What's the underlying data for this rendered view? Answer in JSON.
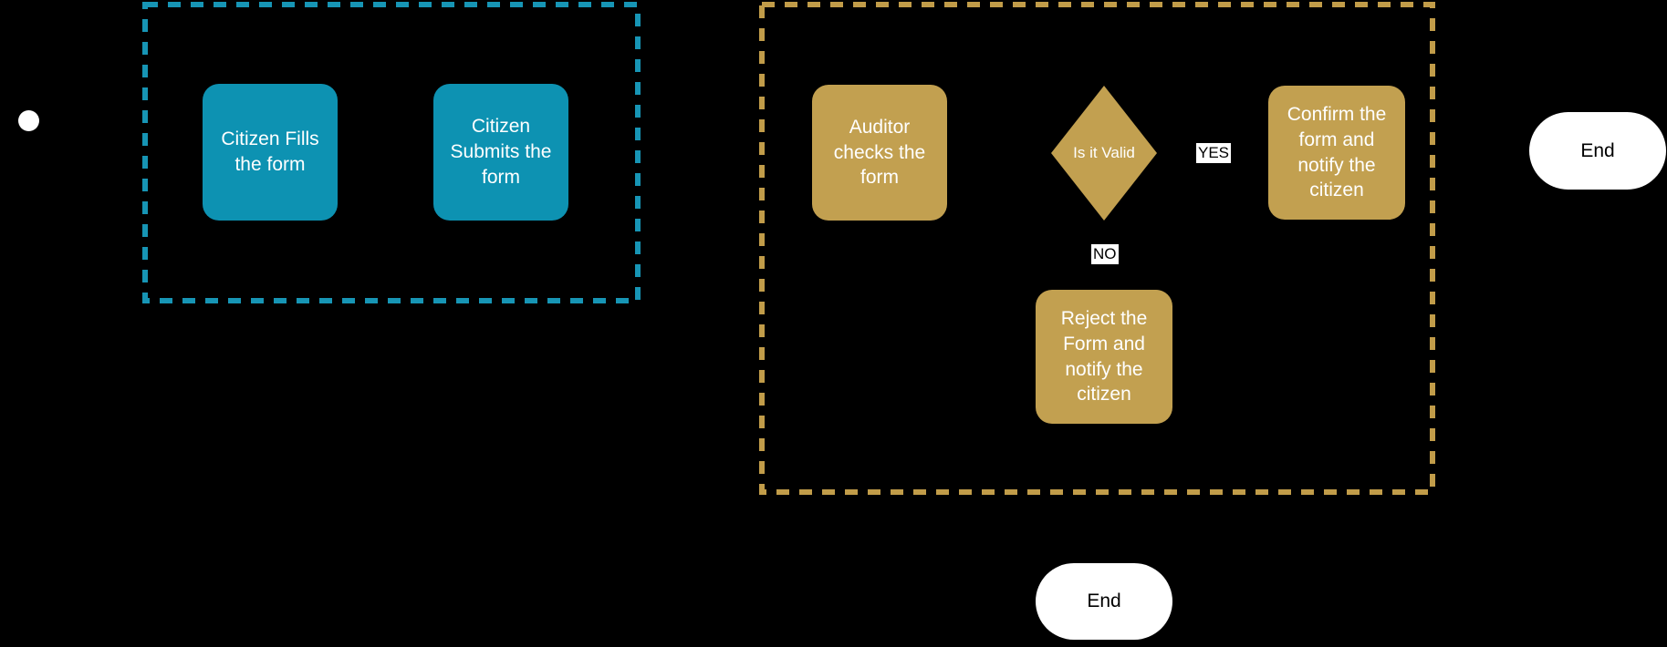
{
  "diagram": {
    "type": "flowchart",
    "nodes": {
      "start": {
        "shape": "circle",
        "label": ""
      },
      "citizen_fills": {
        "shape": "rounded-rect",
        "label": "Citizen Fills\nthe form"
      },
      "citizen_submits": {
        "shape": "rounded-rect",
        "label": "Citizen\nSubmits the\nform"
      },
      "auditor_checks": {
        "shape": "rounded-rect",
        "label": "Auditor\nchecks the\nform"
      },
      "decision": {
        "shape": "diamond",
        "label": "Is it Valid"
      },
      "confirm": {
        "shape": "rounded-rect",
        "label": "Confirm the\nform and\nnotify the\ncitizen"
      },
      "reject": {
        "shape": "rounded-rect",
        "label": "Reject the\nForm and\nnotify the\ncitizen"
      },
      "end_right": {
        "shape": "stadium",
        "label": "End"
      },
      "end_bottom": {
        "shape": "stadium",
        "label": "End"
      }
    },
    "edge_labels": {
      "yes": "YES",
      "no": "NO"
    }
  },
  "colors": {
    "bg": "#000000",
    "start_fill": "#ffffff",
    "teal_node": "#0d92b2",
    "teal_border": "#1795b5",
    "gold_node": "#c2a050",
    "gold_border": "#c19c49",
    "node_text": "#ffffff",
    "terminal_fill": "#ffffff",
    "terminal_text": "#000000",
    "edge_label_bg": "#ffffff",
    "edge_label_text": "#000000"
  }
}
